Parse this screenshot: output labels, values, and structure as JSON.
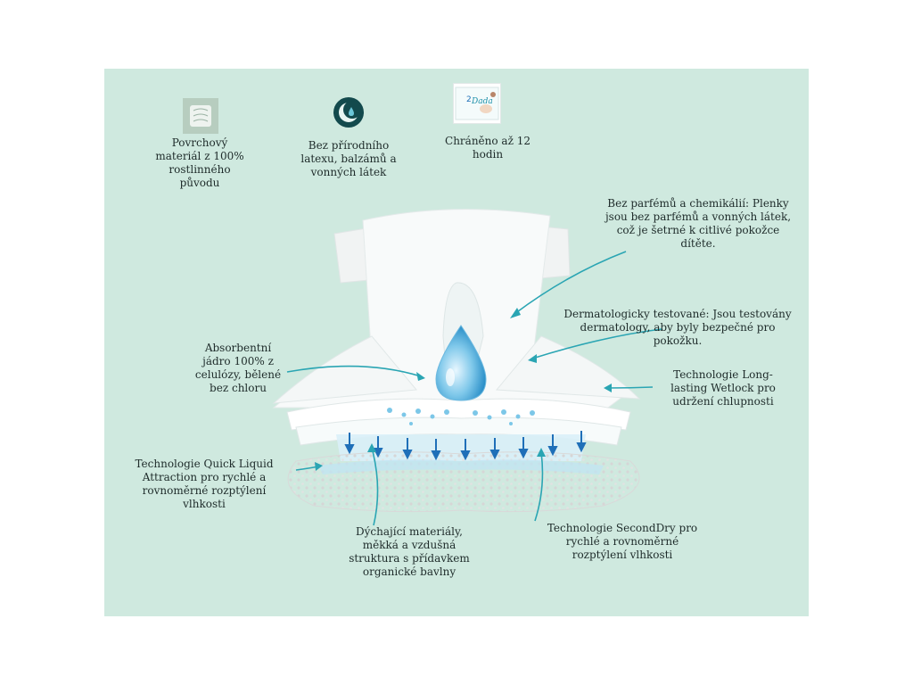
{
  "colors": {
    "panel_background": "#cfe9df",
    "arrow": "#2aa5b3",
    "drop": "#3fa9d8",
    "text": "#1e2b2a"
  },
  "top_features": [
    {
      "icon": "leaf-fabric-icon",
      "text": "Povrchový materiál z 100% rostlinného původu"
    },
    {
      "icon": "moon-drop-icon",
      "text": "Bez přírodního latexu, balzámů a vonných látek"
    },
    {
      "icon": "diaper-package-icon",
      "text": "Chráněno až 12 hodin"
    }
  ],
  "package_brand": "Dada",
  "package_size": "2",
  "callouts": {
    "perfume": "Bez parfémů a chemikálií: Plenky jsou bez parfémů a vonných látek, což je šetrné k citlivé pokožce dítěte.",
    "derma": "Dermatologicky testované: Jsou testovány dermatology, aby byly bezpečné pro pokožku.",
    "wetlock": "Technologie Long-lasting Wetlock pro udržení chlupnosti",
    "core": "Absorbentní jádro 100% z celulózy, bělené bez chloru",
    "quick": "Technologie Quick Liquid Attraction pro rychlé a rovnoměrné rozptýlení vlhkosti",
    "breathable": "Dýchající materiály, měkká a vzdušná struktura s přídavkem organické bavlny",
    "seconddry": "Technologie SecondDry pro rychlé a rovnoměrné rozptýlení vlhkosti"
  }
}
